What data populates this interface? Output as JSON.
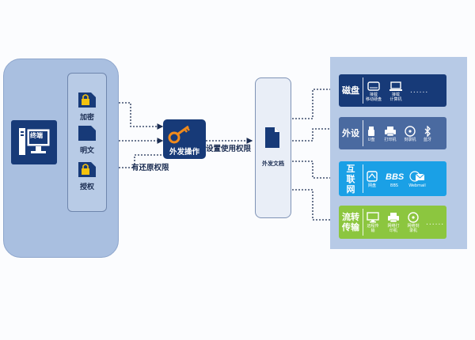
{
  "terminal": {
    "label": "终端"
  },
  "files": [
    {
      "label": "加密",
      "icon": "lock-icon"
    },
    {
      "label": "明文",
      "icon": "document-icon"
    },
    {
      "label": "授权",
      "icon": "lock-icon"
    }
  ],
  "operation": {
    "label": "外发操作",
    "icon": "key-icon"
  },
  "edges": {
    "set_permission": "设置使用权限",
    "restore_permission": "有还原权限"
  },
  "output_doc": {
    "label": "外发文档"
  },
  "categories": [
    {
      "label": "磁盘",
      "color": "#173a78",
      "items": [
        {
          "label": "接载\n移动硬盘",
          "icon": "drive-icon"
        },
        {
          "label": "接载\n计算机",
          "icon": "computer-icon"
        }
      ],
      "ellipsis": "......"
    },
    {
      "label": "外设",
      "color": "#4a6aa0",
      "items": [
        {
          "label": "U盘",
          "icon": "usb-icon"
        },
        {
          "label": "打印机",
          "icon": "printer-icon"
        },
        {
          "label": "刻录机",
          "icon": "disc-icon"
        },
        {
          "label": "蓝牙",
          "icon": "bluetooth-icon"
        }
      ],
      "ellipsis": ""
    },
    {
      "label": "互联网",
      "color": "#1aa0e6",
      "items": [
        {
          "label": "网盘",
          "icon": "cloud-drive-icon"
        },
        {
          "label": "BBS",
          "icon": "bbs-icon"
        },
        {
          "label": "Webmail",
          "icon": "mail-icon"
        }
      ],
      "ellipsis": ""
    },
    {
      "label": "流转传输",
      "color": "#8cc63f",
      "items": [
        {
          "label": "远程传输",
          "icon": "monitor-icon"
        },
        {
          "label": "网络打印机",
          "icon": "printer-icon"
        },
        {
          "label": "网络刻录机",
          "icon": "disc-icon"
        }
      ],
      "ellipsis": "......"
    }
  ]
}
